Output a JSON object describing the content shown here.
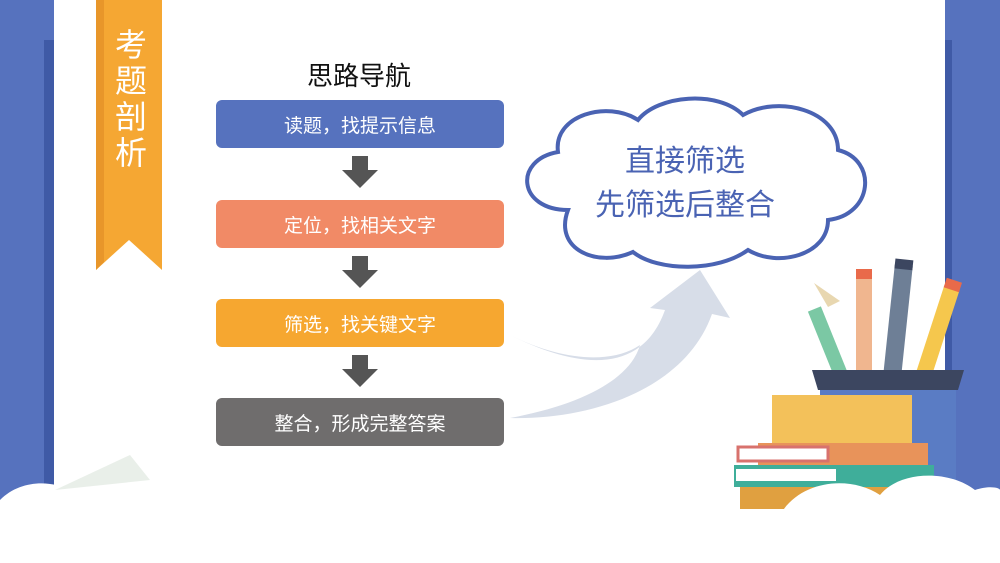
{
  "ribbon": {
    "label": "考题剖析",
    "color": "#f5a733"
  },
  "flow": {
    "title": "思路导航",
    "steps": [
      {
        "label": "读题，找提示信息",
        "color": "#5672be"
      },
      {
        "label": "定位，找相关文字",
        "color": "#f18a66"
      },
      {
        "label": "筛选，找关键文字",
        "color": "#f6a730"
      },
      {
        "label": "整合，形成完整答案",
        "color": "#6f6d6d"
      }
    ]
  },
  "cloud": {
    "line1": "直接筛选",
    "line2": "先筛选后整合"
  },
  "colors": {
    "frame": "#5672be",
    "arrow": "#555555",
    "big_arrow": "#d7dde8",
    "cloud_border": "#4a63b3"
  }
}
